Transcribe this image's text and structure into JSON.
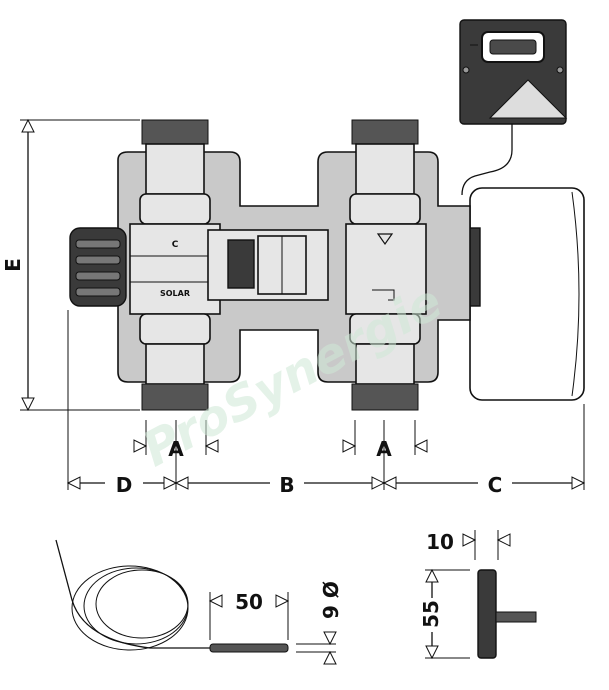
{
  "labels": {
    "dim_e": "E",
    "dim_a_left": "A",
    "dim_a_right": "A",
    "dim_d": "D",
    "dim_b": "B",
    "dim_c": "C",
    "dim_10": "10",
    "dim_55": "55",
    "dim_50": "50",
    "dim_9": "9 Ø",
    "valve_mark_c": "C",
    "valve_mark_solar": "SOLAR",
    "watermark": "ProSynergie"
  },
  "colors": {
    "line": "#111111",
    "metal": "#e6e6e6",
    "insulation": "#c9c9c9",
    "dark": "#3a3a3a",
    "watermark": "#cfe8d6"
  }
}
